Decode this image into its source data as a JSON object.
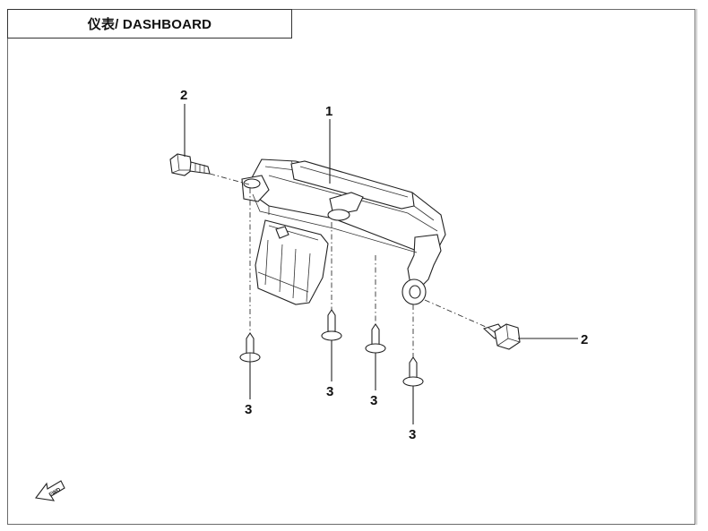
{
  "title": "仪表/ DASHBOARD",
  "callouts": {
    "dashboard": "1",
    "bolt_left": "2",
    "bolt_right": "2",
    "screw_1": "3",
    "screw_2": "3",
    "screw_3": "3",
    "screw_4": "3"
  },
  "fwd_label": "FWD"
}
